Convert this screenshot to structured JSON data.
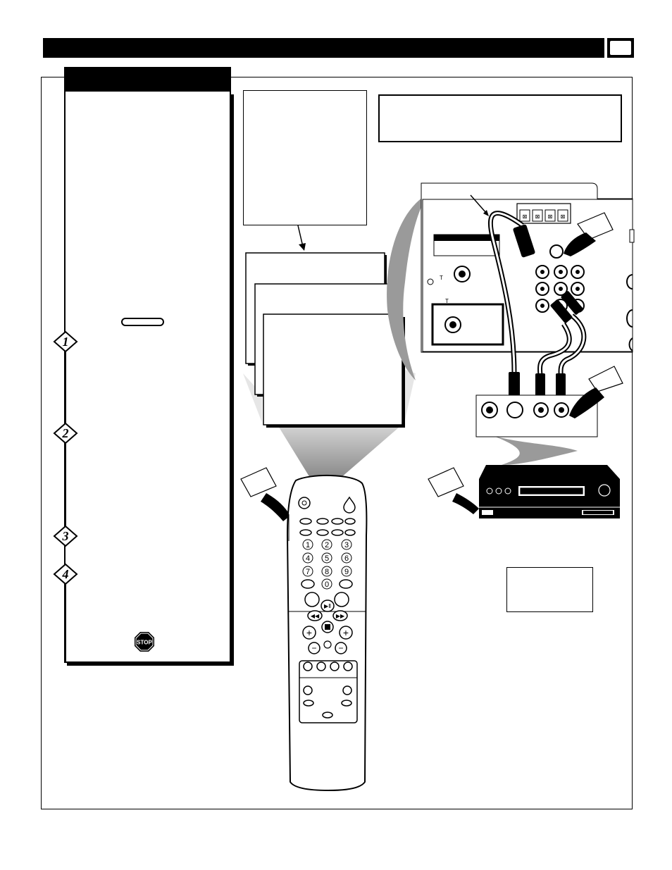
{
  "header": {
    "title": "",
    "page_number": ""
  },
  "sidebar": {
    "heading": "",
    "steps": [
      {
        "number": "1",
        "text": ""
      },
      {
        "number": "2",
        "text": ""
      },
      {
        "number": "3",
        "text": ""
      },
      {
        "number": "4",
        "text": ""
      }
    ],
    "stop_label": "STOP"
  },
  "colors": {
    "ink": "#000000",
    "paper": "#ffffff",
    "beam_gray": "#9a9a9a"
  },
  "icons": [
    "remote-control-icon",
    "vcr-icon",
    "tv-rear-panel-icon",
    "cable-icon",
    "hand-pointer-icon",
    "stop-sign-icon",
    "step-diamond-icon"
  ]
}
